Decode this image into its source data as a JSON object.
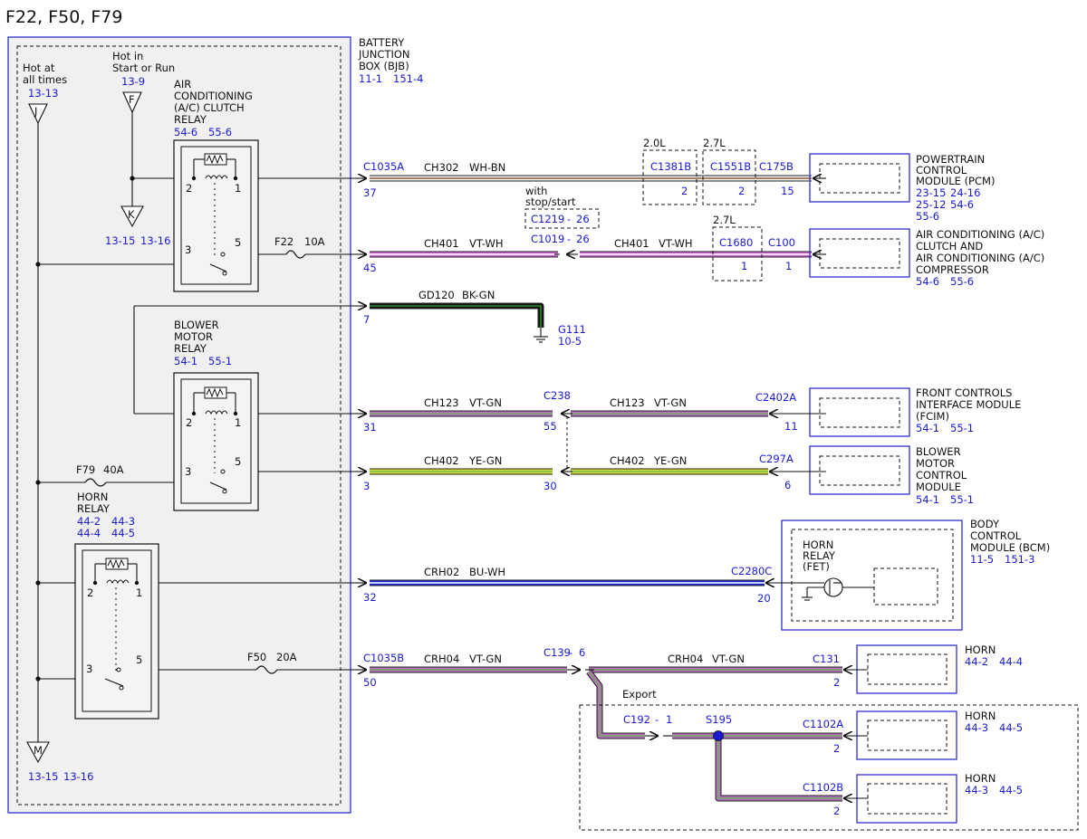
{
  "page_title": "F22, F50, F79",
  "bjb": {
    "lines": [
      "BATTERY",
      "JUNCTION",
      "BOX (BJB)"
    ],
    "refs": [
      "11-1",
      "151-4"
    ]
  },
  "feeds": {
    "J": {
      "label": [
        "Hot at",
        "all times"
      ],
      "ref": "13-13",
      "letter": "J"
    },
    "F": {
      "label": [
        "Hot in",
        "Start or Run"
      ],
      "ref": "13-9",
      "letter": "F"
    },
    "K": {
      "letter": "K",
      "refs": [
        "13-15",
        "13-16"
      ]
    },
    "M": {
      "letter": "M",
      "refs": [
        "13-15",
        "13-16"
      ]
    }
  },
  "relays": {
    "ac": {
      "lines": [
        "AIR",
        "CONDITIONING",
        "(A/C) CLUTCH",
        "RELAY"
      ],
      "refs": [
        "54-6",
        "55-6"
      ]
    },
    "blower": {
      "lines": [
        "BLOWER",
        "MOTOR",
        "RELAY"
      ],
      "refs": [
        "54-1",
        "55-1"
      ]
    },
    "horn": {
      "lines": [
        "HORN",
        "RELAY"
      ],
      "refs": [
        "44-2",
        "44-3",
        "44-4",
        "44-5"
      ]
    }
  },
  "pins": {
    "p1": "1",
    "p2": "2",
    "p3": "3",
    "p5": "5"
  },
  "fuses": {
    "f22": {
      "name": "F22",
      "rating": "10A"
    },
    "f79": {
      "name": "F79",
      "rating": "40A"
    },
    "f50": {
      "name": "F50",
      "rating": "20A"
    }
  },
  "circuits": {
    "ch302": {
      "circuit": "CH302",
      "color": "WH-BN"
    },
    "ch401_a": {
      "circuit": "CH401",
      "color": "VT-WH"
    },
    "ch401_b": {
      "circuit": "CH401",
      "color": "VT-WH"
    },
    "gd120": {
      "circuit": "GD120",
      "color": "BK-GN"
    },
    "ch123_a": {
      "circuit": "CH123",
      "color": "VT-GN"
    },
    "ch123_b": {
      "circuit": "CH123",
      "color": "VT-GN"
    },
    "ch402_a": {
      "circuit": "CH402",
      "color": "YE-GN"
    },
    "ch402_b": {
      "circuit": "CH402",
      "color": "YE-GN"
    },
    "crh02": {
      "circuit": "CRH02",
      "color": "BU-WH"
    },
    "crh04_a": {
      "circuit": "CRH04",
      "color": "VT-GN"
    },
    "crh04_b": {
      "circuit": "CRH04",
      "color": "VT-GN"
    }
  },
  "connectors": {
    "c1035a": {
      "name": "C1035A"
    },
    "c1035b": {
      "name": "C1035B"
    },
    "c1381b": {
      "name": "C1381B",
      "pin": "2",
      "engine": "2.0L"
    },
    "c1551b": {
      "name": "C1551B",
      "pin": "2",
      "engine": "2.7L"
    },
    "c175b": {
      "name": "C175B",
      "pin": "15"
    },
    "c1219": {
      "name": "C1219",
      "dash": "-",
      "pin": "26",
      "note": [
        "with",
        "stop/start"
      ]
    },
    "c1019": {
      "name": "C1019",
      "dash": "-",
      "pin": "26"
    },
    "c1680": {
      "name": "C1680",
      "pin": "1",
      "engine": "2.7L"
    },
    "c100": {
      "name": "C100",
      "pin": "1"
    },
    "c238": {
      "name": "C238",
      "pin_a": "55",
      "pin_b": "30"
    },
    "c2402a": {
      "name": "C2402A",
      "pin": "11"
    },
    "c297a": {
      "name": "C297A",
      "pin": "6"
    },
    "c2280c": {
      "name": "C2280C",
      "pin": "20"
    },
    "c139": {
      "name": "C139",
      "dash": "-",
      "pin": "6"
    },
    "c131": {
      "name": "C131",
      "pin": "2"
    },
    "c192": {
      "name": "C192",
      "dash": "-",
      "pin": "1"
    },
    "s195": {
      "name": "S195"
    },
    "c1102a": {
      "name": "C1102A",
      "pin": "2"
    },
    "c1102b": {
      "name": "C1102B",
      "pin": "2"
    }
  },
  "bjb_pins": {
    "pcm": "37",
    "ac": "45",
    "gnd": "7",
    "fcim": "31",
    "bmcm": "3",
    "horn": "32",
    "f50": "50"
  },
  "ground": {
    "name": "G111",
    "ref": "10-5"
  },
  "modules": {
    "pcm": {
      "lines": [
        "POWERTRAIN",
        "CONTROL",
        "MODULE (PCM)"
      ],
      "refs": [
        "23-15",
        "24-16",
        "25-12",
        "54-6",
        "55-6"
      ]
    },
    "acc": {
      "lines": [
        "AIR CONDITIONING (A/C)",
        "CLUTCH AND",
        "AIR CONDITIONING (A/C)",
        "COMPRESSOR"
      ],
      "refs": [
        "54-6",
        "55-6"
      ]
    },
    "fcim": {
      "lines": [
        "FRONT CONTROLS",
        "INTERFACE MODULE",
        "(FCIM)"
      ],
      "refs": [
        "54-1",
        "55-1"
      ]
    },
    "bmcm": {
      "lines": [
        "BLOWER",
        "MOTOR",
        "CONTROL",
        "MODULE"
      ],
      "refs": [
        "54-1",
        "55-1"
      ]
    },
    "bcm": {
      "lines": [
        "BODY",
        "CONTROL",
        "MODULE (BCM)"
      ],
      "refs": [
        "11-5",
        "151-3"
      ],
      "fet": [
        "HORN",
        "RELAY",
        "(FET)"
      ]
    },
    "horn1": {
      "label": "HORN",
      "refs": [
        "44-2",
        "44-4"
      ]
    },
    "horn2": {
      "label": "HORN",
      "refs": [
        "44-3",
        "44-5"
      ]
    },
    "horn3": {
      "label": "HORN",
      "refs": [
        "44-3",
        "44-5"
      ]
    }
  },
  "export_label": "Export",
  "wire_colors": {
    "WH-BN": [
      "#f4f4f4",
      "#8b5a3c"
    ],
    "VT-WH": [
      "#cc66cc",
      "#ffffff"
    ],
    "BK-GN": [
      "#111111",
      "#2e8b2e"
    ],
    "VT-GN": [
      "#b86cc4",
      "#6fae54"
    ],
    "YE-GN": [
      "#d4dc3c",
      "#7abc4a"
    ],
    "BU-WH": [
      "#1e2ad0",
      "#ffffff"
    ]
  }
}
